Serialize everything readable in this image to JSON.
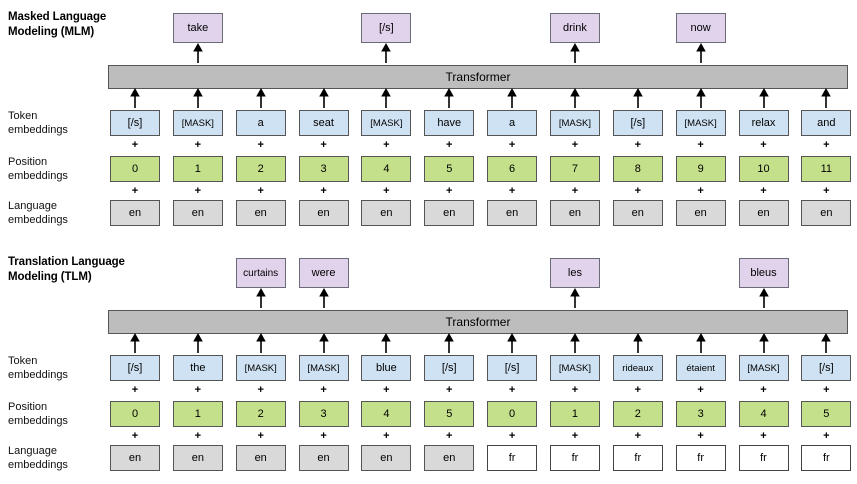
{
  "figure": {
    "type": "diagram",
    "topic": "Cross-lingual language model pretraining objectives"
  },
  "colors": {
    "token_box": "#cfe2f3",
    "position_box": "#c5e08b",
    "language_box": "#d9d9d9",
    "language_box_fr": "#ffffff",
    "output_box": "#e2d3ec",
    "transformer_bar": "#bdbdbd",
    "border": "#555555",
    "text": "#111111"
  },
  "row_labels": {
    "token": "Token\nembeddings",
    "token_line1": "Token",
    "token_line2": "embeddings",
    "position_line1": "Position",
    "position_line2": "embeddings",
    "language_line1": "Language",
    "language_line2": "embeddings"
  },
  "mlm": {
    "title_line1": "Masked Language",
    "title_line2": "Modeling (MLM)",
    "transformer_label": "Transformer",
    "num_columns": 12,
    "tokens": [
      "[/s]",
      "[MASK]",
      "a",
      "seat",
      "[MASK]",
      "have",
      "a",
      "[MASK]",
      "[/s]",
      "[MASK]",
      "relax",
      "and"
    ],
    "positions": [
      "0",
      "1",
      "2",
      "3",
      "4",
      "5",
      "6",
      "7",
      "8",
      "9",
      "10",
      "11"
    ],
    "languages": [
      "en",
      "en",
      "en",
      "en",
      "en",
      "en",
      "en",
      "en",
      "en",
      "en",
      "en",
      "en"
    ],
    "plus_symbol": "+",
    "outputs": [
      {
        "column": 1,
        "label": "take"
      },
      {
        "column": 4,
        "label": "[/s]"
      },
      {
        "column": 7,
        "label": "drink"
      },
      {
        "column": 9,
        "label": "now"
      }
    ]
  },
  "tlm": {
    "title_line1": "Translation Language",
    "title_line2": "Modeling (TLM)",
    "transformer_label": "Transformer",
    "num_columns": 12,
    "tokens": [
      "[/s]",
      "the",
      "[MASK]",
      "[MASK]",
      "blue",
      "[/s]",
      "[/s]",
      "[MASK]",
      "rideaux",
      "étaient",
      "[MASK]",
      "[/s]"
    ],
    "positions": [
      "0",
      "1",
      "2",
      "3",
      "4",
      "5",
      "0",
      "1",
      "2",
      "3",
      "4",
      "5"
    ],
    "languages": [
      "en",
      "en",
      "en",
      "en",
      "en",
      "en",
      "fr",
      "fr",
      "fr",
      "fr",
      "fr",
      "fr"
    ],
    "plus_symbol": "+",
    "outputs": [
      {
        "column": 2,
        "label": "curtains"
      },
      {
        "column": 3,
        "label": "were"
      },
      {
        "column": 7,
        "label": "les"
      },
      {
        "column": 10,
        "label": "bleus"
      }
    ]
  }
}
